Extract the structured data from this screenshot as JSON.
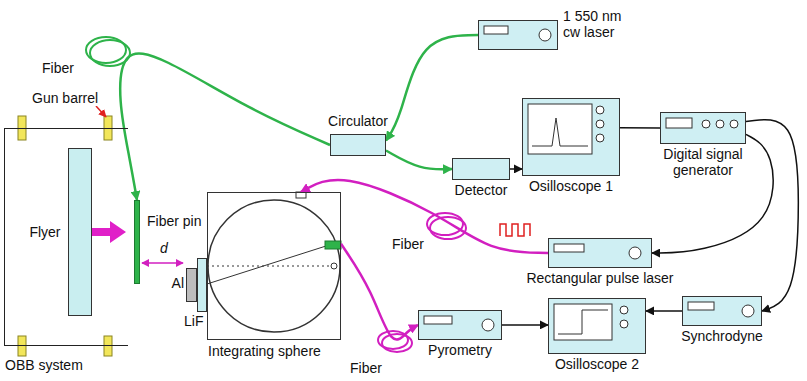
{
  "diagram": {
    "nodes": [
      {
        "text": [
          "OBB system"
        ]
      },
      {
        "text": [
          "Flyer"
        ],
        "in": 0
      },
      {
        "text": [
          "Fiber pin"
        ]
      },
      {
        "text": [
          "Circulator"
        ]
      },
      {
        "text": [
          "1 550 nm cw laser"
        ]
      },
      {
        "text": [
          "Detector"
        ]
      },
      {
        "text": [
          "Osilloscope 1"
        ]
      },
      {
        "text": [
          "Digital signal generator"
        ]
      },
      {
        "text": [
          "Rectangular pulse laser"
        ]
      },
      {
        "text": [
          "Integrating sphere"
        ]
      },
      {
        "text": [
          "Al"
        ]
      },
      {
        "text": [
          "LiF"
        ]
      },
      {
        "text": [
          "Pyrometry"
        ]
      },
      {
        "text": [
          "Osilloscope 2"
        ]
      },
      {
        "text": [
          "Synchrodyne"
        ]
      }
    ],
    "edges": [
      {
        "from": 4,
        "to": 3,
        "arrow": "to"
      },
      {
        "from": 3,
        "to": 2,
        "label": "Fiber",
        "arrow": "to"
      },
      {
        "from": 3,
        "to": 5,
        "arrow": "to"
      },
      {
        "from": 5,
        "to": 6,
        "arrow": "to"
      },
      {
        "from": 6,
        "to": 7,
        "arrow": "none"
      },
      {
        "from": 7,
        "to": 8,
        "arrow": "to"
      },
      {
        "from": 7,
        "to": 14,
        "arrow": "to"
      },
      {
        "from": 8,
        "to": 9,
        "label": "Fiber",
        "arrow": "to"
      },
      {
        "from": 9,
        "to": 12,
        "label": "Fiber",
        "arrow": "to"
      },
      {
        "from": 12,
        "to": 13,
        "arrow": "to"
      },
      {
        "from": 14,
        "to": 13,
        "arrow": "to"
      }
    ],
    "labels": [
      "Gun barrel",
      "d"
    ]
  }
}
